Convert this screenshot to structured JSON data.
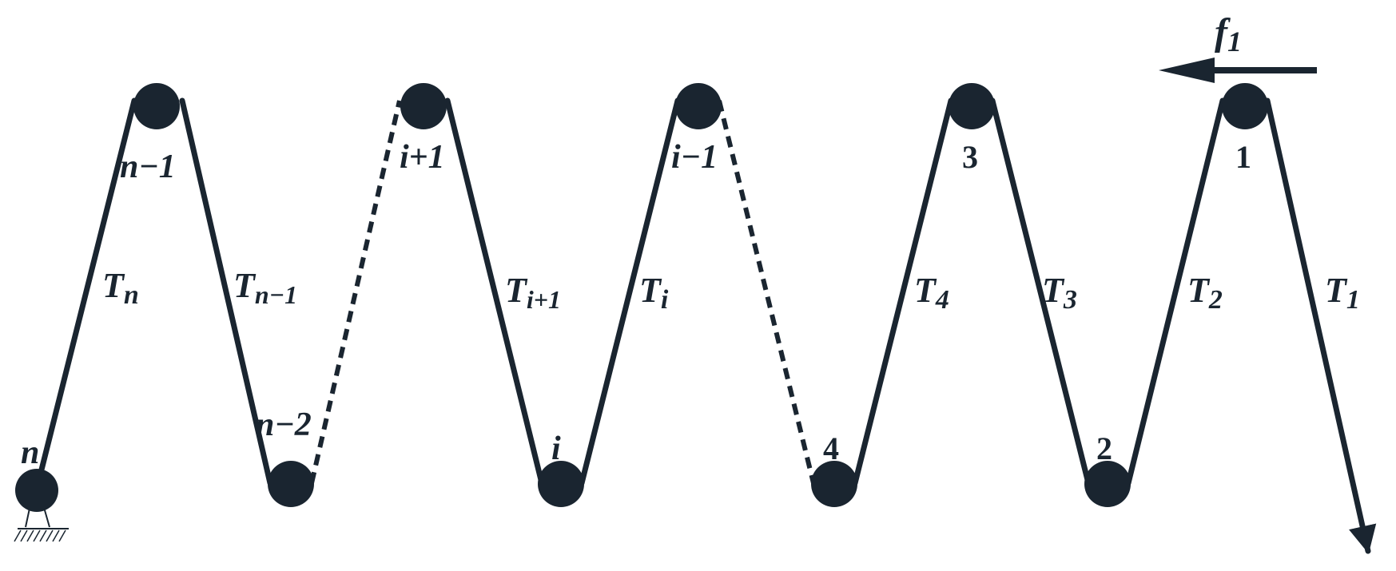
{
  "nodes": {
    "n1": "1",
    "n2": "2",
    "n3": "3",
    "n4": "4",
    "n_im1": "i−1",
    "n_i": "i",
    "n_ip1": "i+1",
    "n_nm2": "n−2",
    "n_nm1": "n−1",
    "n_n": "n"
  },
  "tensions": {
    "T1": {
      "base": "T",
      "sub": "1"
    },
    "T2": {
      "base": "T",
      "sub": "2"
    },
    "T3": {
      "base": "T",
      "sub": "3"
    },
    "T4": {
      "base": "T",
      "sub": "4"
    },
    "Ti": {
      "base": "T",
      "sub": "i"
    },
    "Tip1": {
      "base": "T",
      "sub": "i+1"
    },
    "Tnm1": {
      "base": "T",
      "sub": "n−1"
    },
    "Tn": {
      "base": "T",
      "sub": "n"
    }
  },
  "force": {
    "base": "f",
    "sub": "1"
  },
  "colors": {
    "ink": "#1a2530"
  }
}
